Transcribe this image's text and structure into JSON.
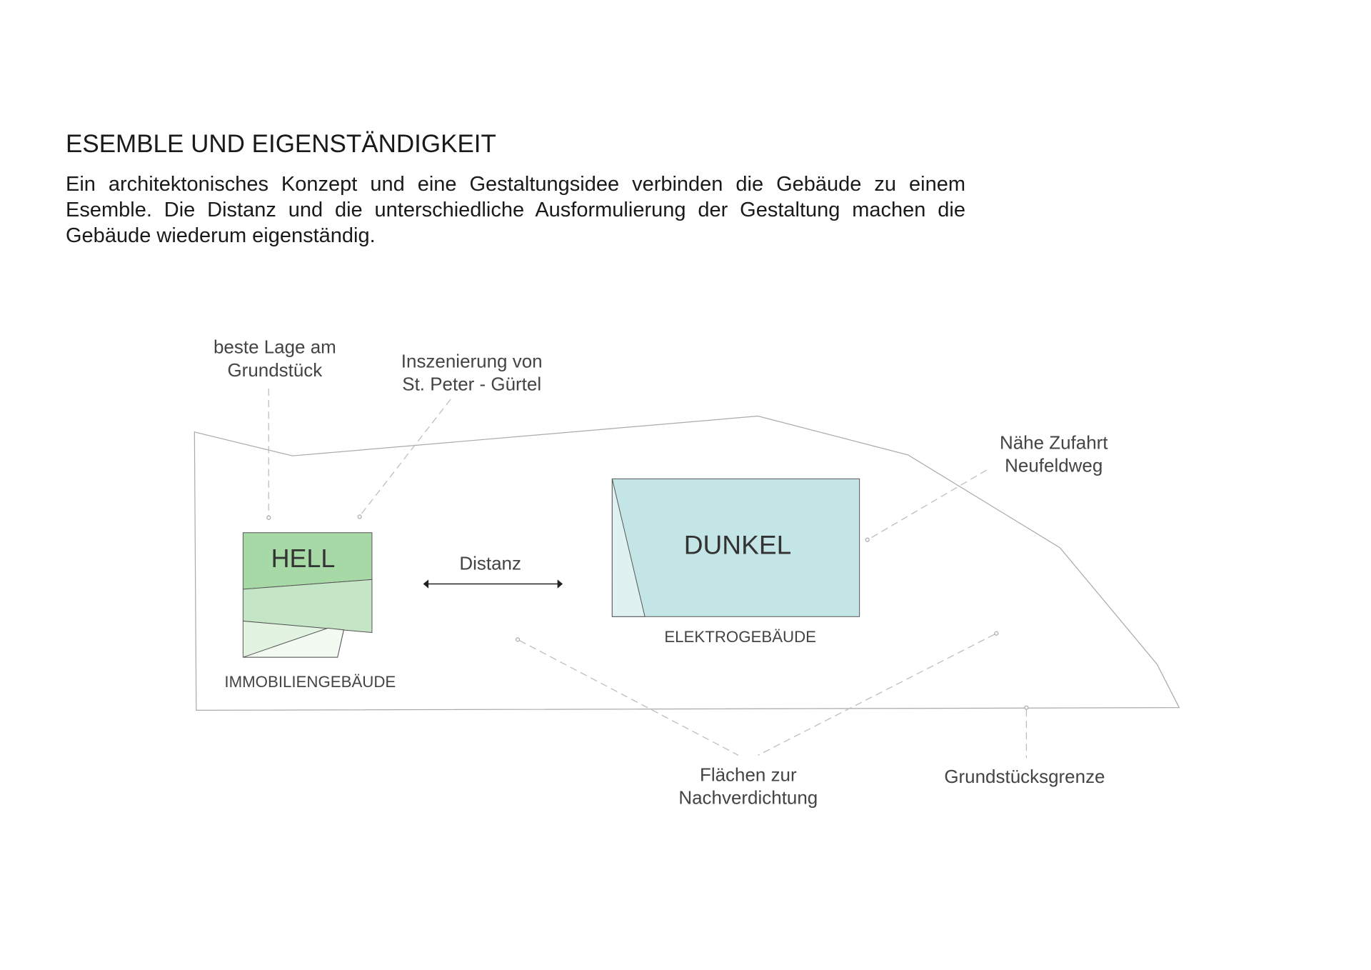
{
  "heading": "ESEMBLE UND EIGENSTÄNDIGKEIT",
  "intro": "Ein architektonisches Konzept und eine Gestaltungsidee verbinden die Gebäude zu einem Esemble. Die Distanz und die unterschiedliche Ausformulierung der Gestaltung machen die Gebäude wiederum eigenständig.",
  "diagram": {
    "buildings": {
      "hell": {
        "label": "HELL",
        "caption": "IMMOBILIENGEBÄUDE",
        "color": "#a6d9a5"
      },
      "dunkel": {
        "label": "DUNKEL",
        "caption": "ELEKTROGEBÄUDE",
        "color": "#c4e5e6"
      }
    },
    "distance_label": "Distanz",
    "callouts": {
      "beste_lage": [
        "beste Lage am",
        "Grundstück"
      ],
      "inszenierung": [
        "Inszenierung von",
        "St. Peter - Gürtel"
      ],
      "zufahrt": [
        "Nähe Zufahrt",
        "Neufeldweg"
      ],
      "flaechen": [
        "Flächen zur",
        "Nachverdichtung"
      ],
      "grenze": "Grundstücksgrenze"
    }
  }
}
